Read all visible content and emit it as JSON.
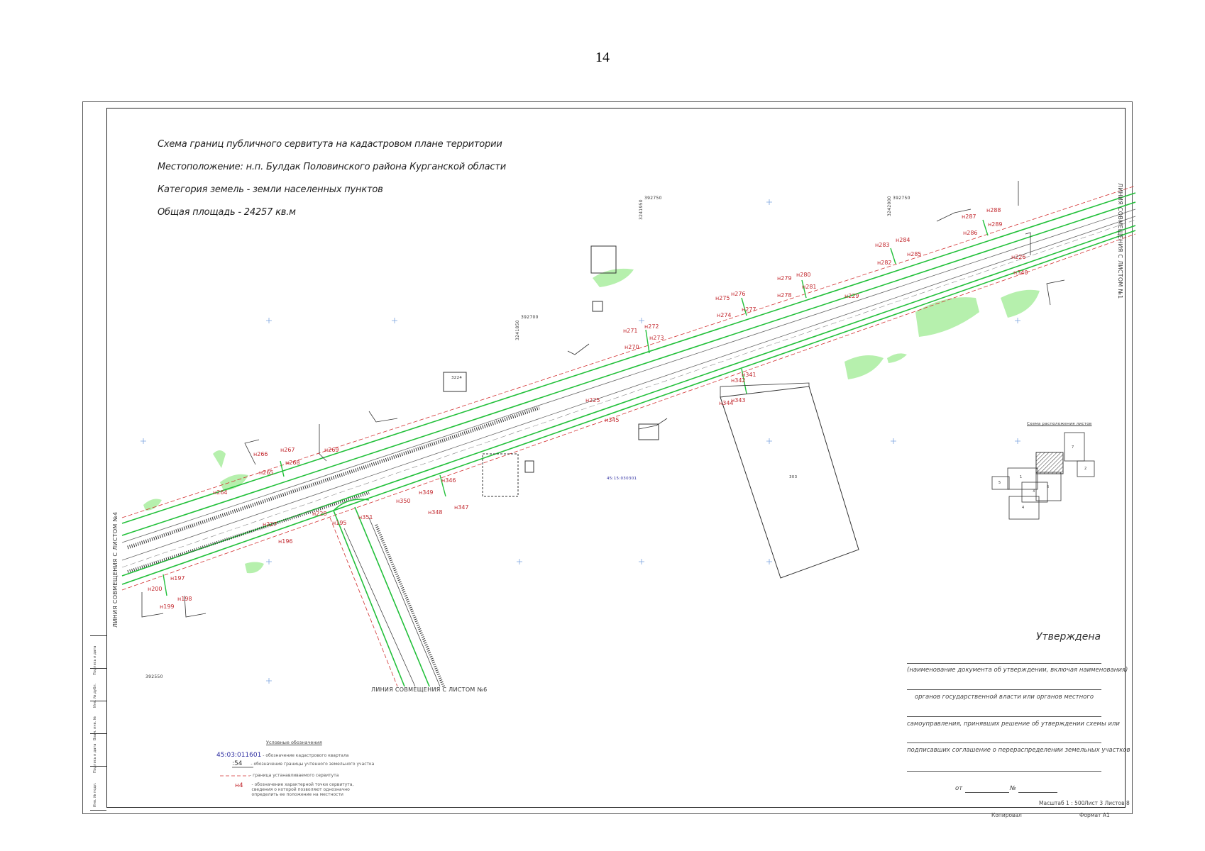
{
  "page": {
    "number": "14"
  },
  "header": {
    "title": "Схема границ публичного сервитута на кадастровом плане территории",
    "location": "Местоположение: н.п. Булдак Половинского района Курганской области",
    "category": "Категория земель - земли населенных пунктов",
    "area": "Общая площадь - 24257 кв.м"
  },
  "side_labels": {
    "right": "ЛИНИЯ СОВМЕЩЕНИЯ С ЛИСТОМ №1",
    "left": "ЛИНИЯ СОВМЕЩЕНИЯ С ЛИСТОМ №4",
    "bottom": "ЛИНИЯ СОВМЕЩЕНИЯ С ЛИСТОМ №6"
  },
  "grid_labels": [
    "392750",
    "392750",
    "392700",
    "392550",
    "3241950",
    "3242000",
    "3241850"
  ],
  "parcels": [
    "45:15:030301",
    "303",
    "3224"
  ],
  "points": [
    "н266",
    "н267",
    "н268",
    "н265",
    "н269",
    "н264",
    "н270",
    "н271",
    "н272",
    "н273",
    "н274",
    "н275",
    "н276",
    "н277",
    "н278",
    "н279",
    "н280",
    "н281",
    "н229",
    "н282",
    "н283",
    "н284",
    "н285",
    "н286",
    "н287",
    "н288",
    "н289",
    "н226",
    "н340",
    "н341",
    "н342",
    "н343",
    "н344",
    "н345",
    "н225",
    "н346",
    "н347",
    "н348",
    "н349",
    "н350",
    "н351",
    "н195",
    "н196",
    "н197",
    "н198",
    "н199",
    "н200",
    "н227",
    "н228"
  ],
  "minimap": {
    "title": "Схема расположения листов",
    "sheets": [
      "1",
      "2",
      "3",
      "4",
      "5",
      "6",
      "7"
    ]
  },
  "approval": {
    "title": "Утверждена",
    "lines": [
      "(наименование документа об утверждении, включая наименования)",
      "органов государственной власти или органов местного",
      "самоуправления, принявших решение об утверждении схемы или",
      "подписавших соглашение о перераспределении земельных участков"
    ],
    "from_label": "от",
    "number_label": "№"
  },
  "legend": {
    "title": "Условные обозначения",
    "items": [
      {
        "symbol": "45:03:011601",
        "text": "- обозначение кадастрового квартала"
      },
      {
        "symbol": ":54",
        "text": "- обозначение границы учтенного земельного участка"
      },
      {
        "symbol": "",
        "text": "- граница устанавливаемого сервитута"
      },
      {
        "symbol": "н4",
        "text": "- обозначение характерной точки сервитута, сведения о которой позволяют однозначно определить ее положение на местности"
      }
    ]
  },
  "footer": {
    "scale": "Масштаб 1 : 500",
    "sheet": "Лист 3 Листов 8",
    "copied": "Копировал",
    "format": "Формат А1"
  },
  "stamp": [
    "Инв. № подл.",
    "Подпись и дата",
    "Взам. инв. №",
    "Инв. № дубл.",
    "Подпись и дата"
  ],
  "colors": {
    "green_line": "#22c03a",
    "red_line": "#d23030",
    "green_fill": "#b6f0ad",
    "point_label": "#c2272d",
    "drawing": "#333333",
    "parcel_label": "#2c2ca0"
  }
}
